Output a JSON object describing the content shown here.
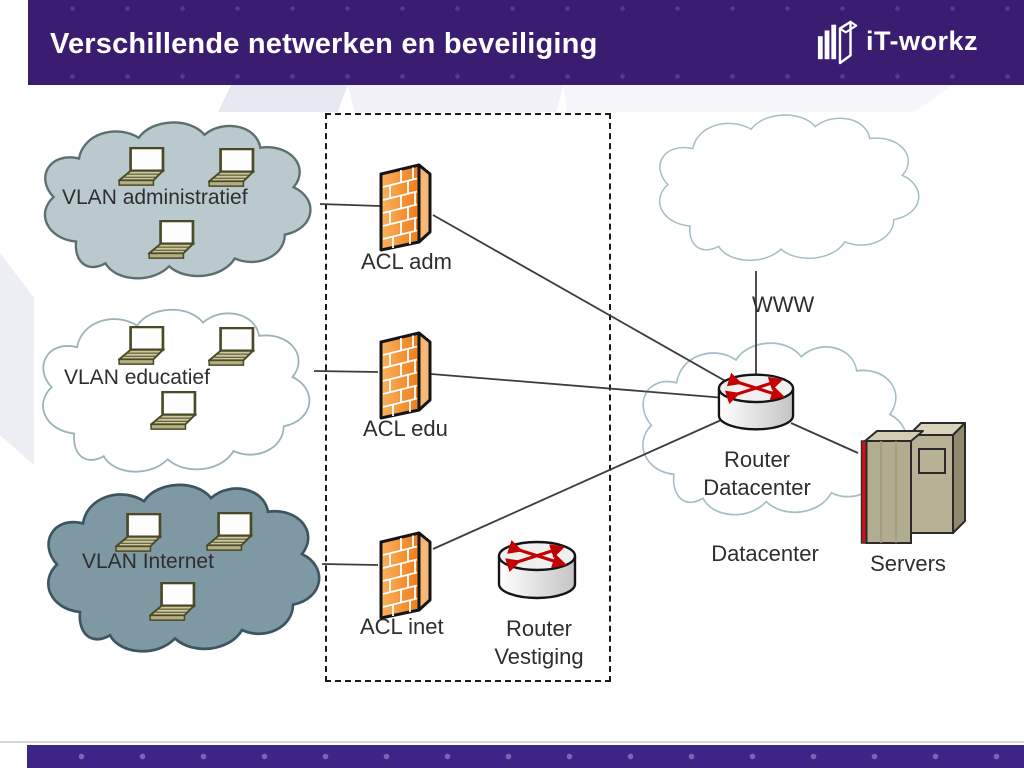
{
  "header": {
    "title": "Verschillende netwerken en beveiliging",
    "logo_text": "iT-workz"
  },
  "diagram": {
    "vlan_administratief": "VLAN administratief",
    "vlan_educatief": "VLAN educatief",
    "vlan_internet": "VLAN Internet",
    "acl_adm": "ACL adm",
    "acl_edu": "ACL edu",
    "acl_inet": "ACL inet",
    "router_vestiging_line1": "Router",
    "router_vestiging_line2": "Vestiging",
    "router_datacenter_line1": "Router",
    "router_datacenter_line2": "Datacenter",
    "www": "WWW",
    "datacenter": "Datacenter",
    "servers": "Servers"
  },
  "colors": {
    "header_purple": "#3a1d71",
    "footer_purple": "#3e2487",
    "cloud_admin_fill": "#b9c9ce",
    "cloud_internet_fill": "#7e98a4",
    "firewall_orange": "#f08223",
    "router_arrow_red": "#c40000",
    "server_khaki": "#b7b295",
    "line_gray": "#3c3c3c"
  }
}
